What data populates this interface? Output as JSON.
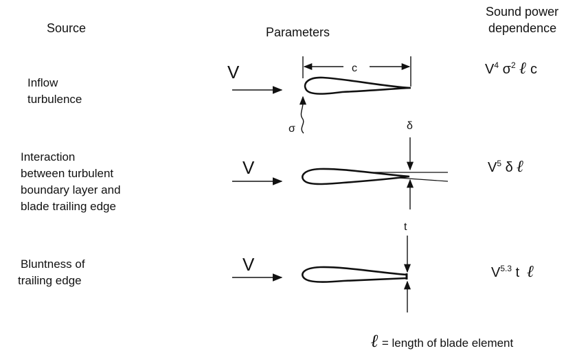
{
  "headers": {
    "source": "Source",
    "parameters": "Parameters",
    "sound_power_line1": "Sound power",
    "sound_power_line2": "dependence"
  },
  "rows": [
    {
      "source_lines": [
        "Inflow",
        "turbulence"
      ],
      "formula": {
        "v": "V",
        "v_exp": "4",
        "rest1": " σ",
        "rest1_exp": "2",
        "ell": "ℓ",
        "tail": " c"
      }
    },
    {
      "source_lines": [
        "Interaction",
        "between turbulent",
        "boundary layer and",
        "blade trailing edge"
      ],
      "formula": {
        "v": "V",
        "v_exp": "5",
        "rest1": " δ ",
        "ell": "ℓ"
      }
    },
    {
      "source_lines": [
        "Bluntness of",
        "trailing edge"
      ],
      "formula": {
        "v": "V",
        "v_exp": "5.3",
        "rest1": " t ",
        "ell": "ℓ"
      }
    }
  ],
  "diagram_labels": {
    "velocity": "V",
    "chord": "c",
    "sigma": "σ",
    "delta": "δ",
    "thickness": "t"
  },
  "footnote": {
    "symbol": "ℓ",
    "text": "= length of blade element"
  }
}
